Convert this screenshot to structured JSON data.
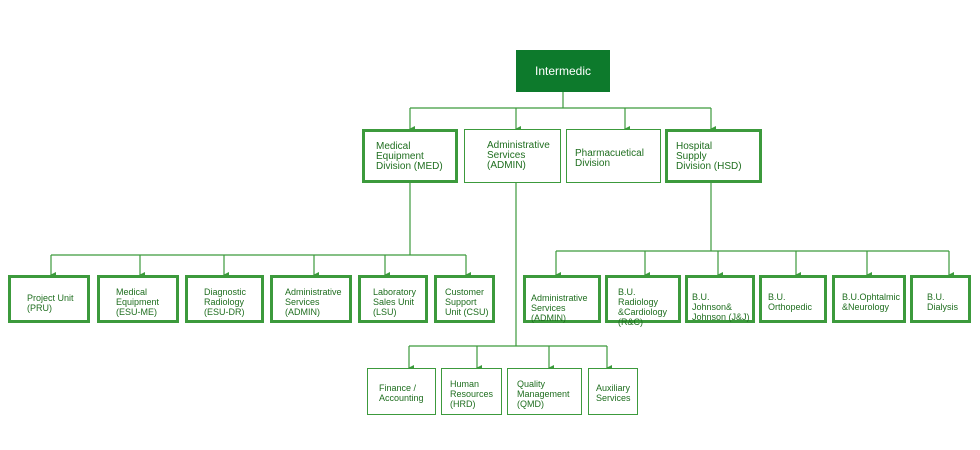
{
  "colors": {
    "line": "#3c9a3c",
    "border": "#3c9a3c",
    "root_bg": "#0d7a2c",
    "text": "#1f6e1f"
  },
  "root": {
    "label": "Intermedic"
  },
  "divisions": {
    "med": "Medical\nEquipment\nDivision (MED)",
    "admin": "Administrative\nServices\n(ADMIN)",
    "pharma": "Pharmacuetical\nDivision",
    "hsd": "Hospital\nSupply\nDivision (HSD)"
  },
  "med_units": [
    "Project Unit\n(PRU)",
    "Medical\nEquipment\n(ESU-ME)",
    "Diagnostic\nRadiology\n(ESU-DR)",
    "Administrative\nServices\n(ADMIN)",
    "Laboratory\nSales Unit\n(LSU)",
    "Customer\nSupport\nUnit (CSU)"
  ],
  "admin_units": [
    "Finance /\nAccounting",
    "Human\nResources\n(HRD)",
    "Quality\nManagement\n(QMD)",
    "Auxiliary\nServices"
  ],
  "hsd_units": [
    "Administrative\nServices (ADMIN)",
    "B.U. Radiology\n&Cardiology\n(R&C)",
    "B.U. Johnson&\nJohnson (J&J)",
    "B.U.\nOrthopedic",
    "B.U.Ophtalmic\n&Neurology",
    "B.U.\nDialysis"
  ]
}
